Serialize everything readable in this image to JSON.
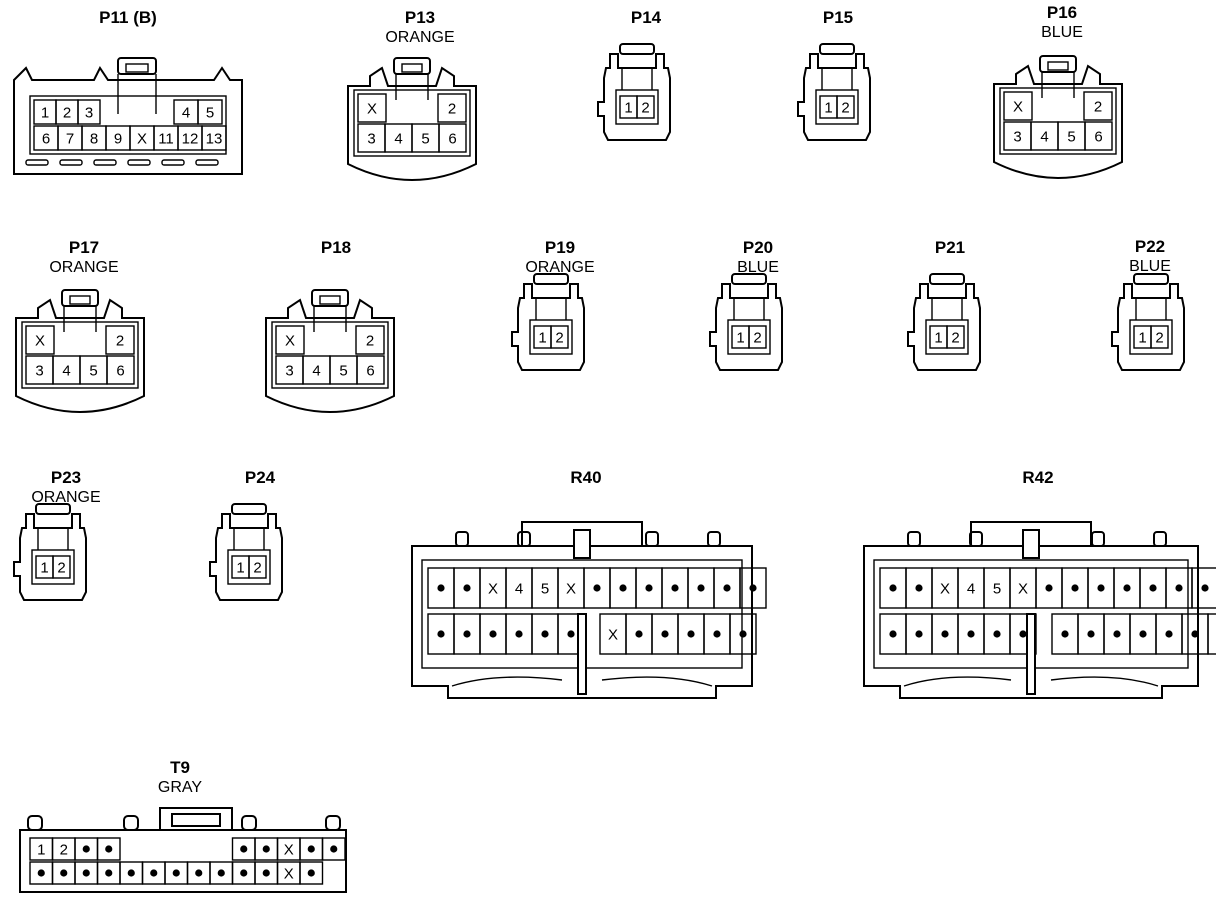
{
  "connectors": {
    "p11": {
      "name": "P11 (B)",
      "row1": [
        "1",
        "2",
        "3",
        "4",
        "5"
      ],
      "row2": [
        "6",
        "7",
        "8",
        "9",
        "X",
        "11",
        "12",
        "13"
      ]
    },
    "p13": {
      "name": "P13",
      "color": "ORANGE",
      "top": [
        "X",
        "2"
      ],
      "bottom": [
        "3",
        "4",
        "5",
        "6"
      ]
    },
    "p14": {
      "name": "P14",
      "pins": [
        "1",
        "2"
      ]
    },
    "p15": {
      "name": "P15",
      "pins": [
        "1",
        "2"
      ]
    },
    "p16": {
      "name": "P16",
      "color": "BLUE",
      "top": [
        "X",
        "2"
      ],
      "bottom": [
        "3",
        "4",
        "5",
        "6"
      ]
    },
    "p17": {
      "name": "P17",
      "color": "ORANGE",
      "top": [
        "X",
        "2"
      ],
      "bottom": [
        "3",
        "4",
        "5",
        "6"
      ]
    },
    "p18": {
      "name": "P18",
      "top": [
        "X",
        "2"
      ],
      "bottom": [
        "3",
        "4",
        "5",
        "6"
      ]
    },
    "p19": {
      "name": "P19",
      "color": "ORANGE",
      "pins": [
        "1",
        "2"
      ]
    },
    "p20": {
      "name": "P20",
      "color": "BLUE",
      "pins": [
        "1",
        "2"
      ]
    },
    "p21": {
      "name": "P21",
      "pins": [
        "1",
        "2"
      ]
    },
    "p22": {
      "name": "P22",
      "color": "BLUE",
      "pins": [
        "1",
        "2"
      ]
    },
    "p23": {
      "name": "P23",
      "color": "ORANGE",
      "pins": [
        "1",
        "2"
      ]
    },
    "p24": {
      "name": "P24",
      "pins": [
        "1",
        "2"
      ]
    },
    "r40": {
      "name": "R40",
      "row1": [
        "•",
        "•",
        "X",
        "4",
        "5",
        "X",
        "•",
        "•",
        "•",
        "•",
        "•",
        "•",
        "•"
      ],
      "row2": [
        "•",
        "•",
        "•",
        "•",
        "•",
        "•",
        "X",
        "•",
        "•",
        "•",
        "•",
        "•"
      ]
    },
    "r42": {
      "name": "R42",
      "row1": [
        "•",
        "•",
        "X",
        "4",
        "5",
        "X",
        "•",
        "•",
        "•",
        "•",
        "•",
        "•",
        "•"
      ],
      "row2": [
        "•",
        "•",
        "•",
        "•",
        "•",
        "•",
        "•",
        "•",
        "•",
        "•",
        "•",
        "•",
        "•"
      ]
    },
    "t9": {
      "name": "T9",
      "color": "GRAY",
      "row1": [
        "1",
        "2",
        "•",
        "•",
        "•",
        "•",
        "X",
        "•",
        "•"
      ],
      "row2": [
        "•",
        "•",
        "•",
        "•",
        "•",
        "•",
        "•",
        "•",
        "•",
        "•",
        "•",
        "X",
        "•"
      ]
    }
  }
}
